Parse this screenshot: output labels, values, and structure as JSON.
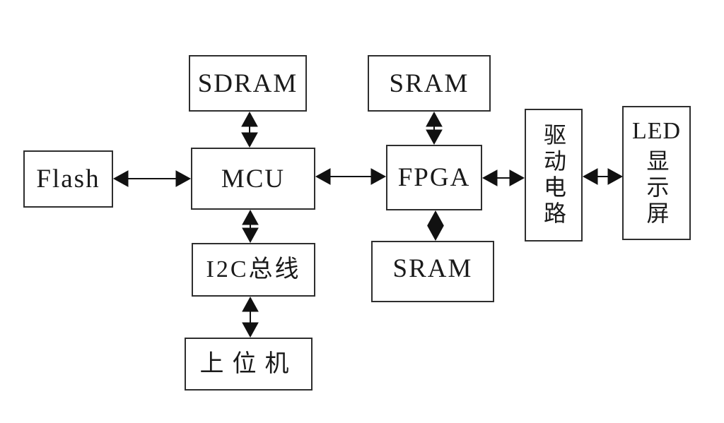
{
  "page": {
    "background_color": "#ffffff",
    "box_border_color": "#2e2e2e",
    "wire_color": "#111111",
    "text_color": "#1a1a1a"
  },
  "diagram": {
    "type": "block-diagram",
    "nodes": {
      "sdram": {
        "label": "SDRAM"
      },
      "sram_top": {
        "label": "SRAM"
      },
      "flash": {
        "label": "Flash"
      },
      "mcu": {
        "label": "MCU"
      },
      "fpga": {
        "label": "FPGA"
      },
      "driver": {
        "label": "驱动电路"
      },
      "led": {
        "label": "LED显示屏",
        "line1": "LED",
        "line2": "显示屏"
      },
      "i2c": {
        "label": "I2C总线"
      },
      "host": {
        "label": "上位机"
      },
      "sram_bottom": {
        "label": "SRAM"
      }
    },
    "connections": [
      {
        "from": "SDRAM",
        "to": "MCU",
        "direction": "bidirectional"
      },
      {
        "from": "Flash",
        "to": "MCU",
        "direction": "bidirectional"
      },
      {
        "from": "MCU",
        "to": "FPGA",
        "direction": "bidirectional"
      },
      {
        "from": "SRAM",
        "to": "FPGA",
        "direction": "bidirectional"
      },
      {
        "from": "FPGA",
        "to": "SRAM",
        "direction": "bidirectional"
      },
      {
        "from": "FPGA",
        "to": "驱动电路",
        "direction": "bidirectional"
      },
      {
        "from": "驱动电路",
        "to": "LED显示屏",
        "direction": "bidirectional"
      },
      {
        "from": "MCU",
        "to": "I2C总线",
        "direction": "bidirectional"
      },
      {
        "from": "I2C总线",
        "to": "上位机",
        "direction": "bidirectional"
      }
    ]
  }
}
